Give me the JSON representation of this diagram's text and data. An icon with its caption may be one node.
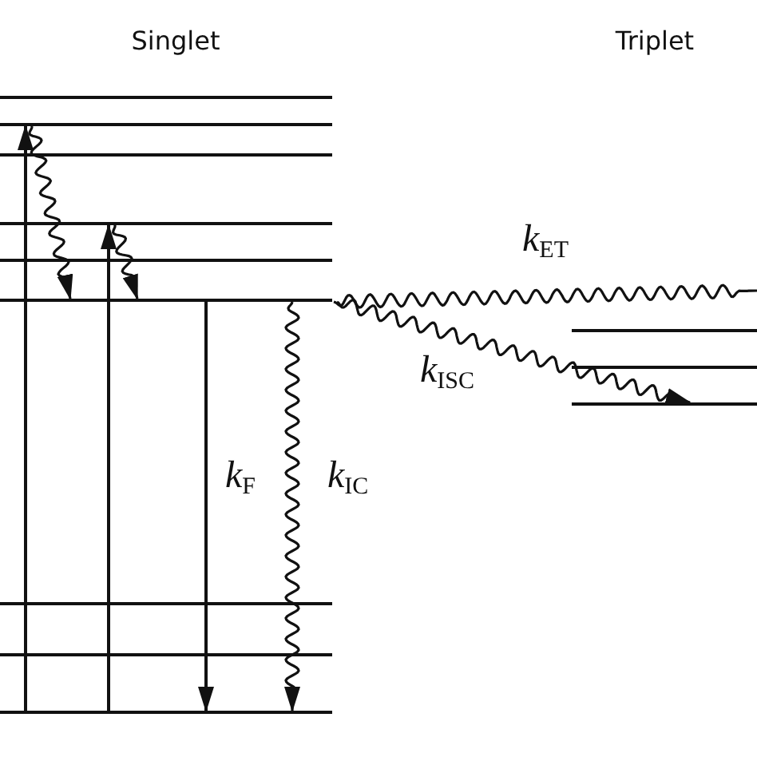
{
  "diagram": {
    "nodes": [
      {
        "text": [],
        "shape": "bar"
      },
      {
        "text": [],
        "shape": "bar"
      },
      {
        "text": [],
        "shape": "bar"
      },
      {
        "text": [],
        "shape": "bar"
      },
      {
        "text": [],
        "shape": "bar"
      },
      {
        "text": [],
        "shape": "bar"
      },
      {
        "text": [],
        "shape": "bar"
      },
      {
        "text": [],
        "shape": "bar"
      },
      {
        "text": [],
        "shape": "bar"
      },
      {
        "text": [],
        "shape": "bar"
      },
      {
        "text": [],
        "shape": "bar"
      },
      {
        "text": [],
        "shape": "bar"
      }
    ],
    "edges": [
      {
        "from": 8,
        "to": 1,
        "arrow": "to"
      },
      {
        "from": 8,
        "to": 3,
        "arrow": "to"
      },
      {
        "from": 1,
        "to": 5,
        "arrow": "to"
      },
      {
        "from": 3,
        "to": 5,
        "arrow": "to"
      },
      {
        "from": 5,
        "to": 8,
        "arrow": "to",
        "label": "*k*$_{F}$"
      },
      {
        "from": 5,
        "to": 8,
        "arrow": "to",
        "label": "*k*$_{IC}$"
      },
      {
        "from": 5,
        "to": null,
        "arrow": "none",
        "label": "*k*$_{ET}$"
      },
      {
        "from": 5,
        "to": 11,
        "arrow": "to",
        "label": "*k*$_{ISC}$"
      }
    ],
    "labels": [
      "Singlet",
      "Triplet"
    ]
  }
}
